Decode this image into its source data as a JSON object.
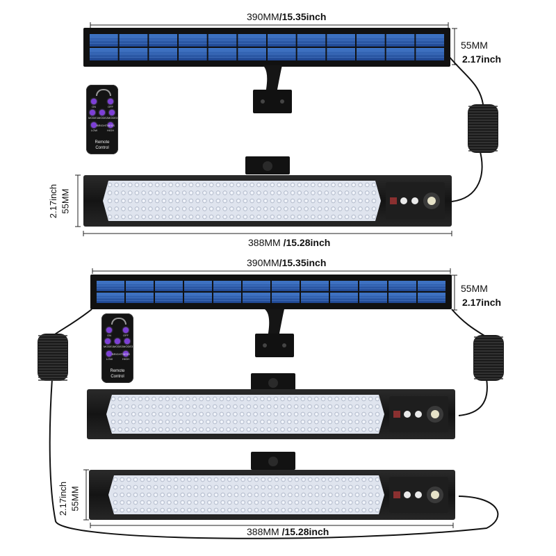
{
  "product": {
    "panel_width_label": "390MM",
    "panel_width_inch": "/15.35inch",
    "panel_height_mm": "55MM",
    "panel_height_inch": "2.17inch",
    "lamp_width_mm": "388MM",
    "lamp_width_inch": "/15.28inch",
    "lamp_height_mm": "55MM",
    "lamp_height_inch": "2.17inch"
  },
  "remote": {
    "on_label": "ON",
    "off_label": "OFF",
    "mode1": "MODE1",
    "mode2": "MODE2",
    "mode3": "MODE3",
    "low": "LOW",
    "brightness": "BRIGHTNESS",
    "high": "HIGH",
    "brand_line1": "Remote",
    "brand_line2": "Control",
    "button_color": "#7d3fd6"
  },
  "colors": {
    "panel_cell": "#2f5fae",
    "frame": "#1a1a1a",
    "led": "#f4f6ff"
  }
}
